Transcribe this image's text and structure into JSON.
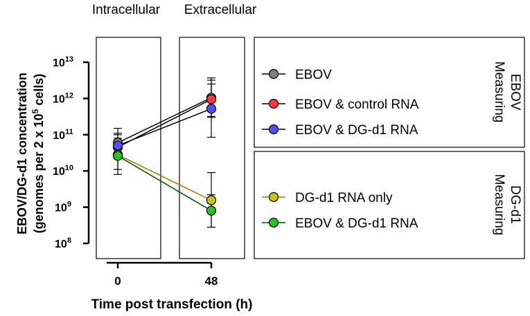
{
  "chart_data": {
    "type": "line",
    "y_scale": "log",
    "ylim": [
      100000000.0,
      10000000000000.0
    ],
    "y_ticks": [
      {
        "base": "10",
        "exp": "8"
      },
      {
        "base": "10",
        "exp": "9"
      },
      {
        "base": "10",
        "exp": "10"
      },
      {
        "base": "10",
        "exp": "11"
      },
      {
        "base": "10",
        "exp": "12"
      },
      {
        "base": "10",
        "exp": "13"
      }
    ],
    "x_ticks": [
      "0",
      "48"
    ],
    "x": [
      0,
      48
    ],
    "xlabel": "Time post transfection (h)",
    "ylabel_line1": "EBOV/DG-d1 concentration",
    "ylabel_line2": {
      "pre": "(genomes per 2 x 10",
      "sup": "5",
      "post": " cells)"
    },
    "panel_labels": [
      "Intracellular",
      "Extracellular"
    ],
    "groups": [
      {
        "label": "Measuring EBOV",
        "line1": "Measuring",
        "line2": "EBOV"
      },
      {
        "label": "Measuring DG-d1",
        "line1": "Measuring",
        "line2": "DG-d1"
      }
    ],
    "series": [
      {
        "name": "EBOV",
        "group": 0,
        "color": "#808080",
        "line_color": "#000000",
        "values": [
          60000000000.0,
          1050000000000.0
        ],
        "err_low": [
          25000000000.0,
          300000000000.0
        ],
        "err_high": [
          150000000000.0,
          3700000000000.0
        ]
      },
      {
        "name": "EBOV & control RNA",
        "group": 0,
        "color": "#ff3b3b",
        "line_color": "#000000",
        "values": [
          45000000000.0,
          950000000000.0
        ],
        "err_low": [
          22000000000.0,
          320000000000.0
        ],
        "err_high": [
          100000000000.0,
          3200000000000.0
        ]
      },
      {
        "name": "EBOV & DG-d1 RNA",
        "group": 0,
        "color": "#4f4fff",
        "line_color": "#000000",
        "values": [
          50000000000.0,
          520000000000.0
        ],
        "err_low": [
          24000000000.0,
          85000000000.0
        ],
        "err_high": [
          110000000000.0,
          2500000000000.0
        ]
      },
      {
        "name": "DG-d1 RNA only",
        "group": 1,
        "color": "#c8c21e",
        "line_color": "#8a8400",
        "values": [
          28000000000.0,
          1550000000.0
        ],
        "err_low": [
          8000000000.0,
          280000000.0
        ],
        "err_high": [
          80000000000.0,
          9000000000.0
        ]
      },
      {
        "name": "EBOV & DG-d1 RNA",
        "group": 1,
        "color": "#22c422",
        "line_color": "#004d00",
        "values": [
          26000000000.0,
          800000000.0
        ],
        "err_low": [
          11000000000.0,
          280000000.0
        ],
        "err_high": [
          70000000000.0,
          2200000000.0
        ]
      }
    ]
  }
}
